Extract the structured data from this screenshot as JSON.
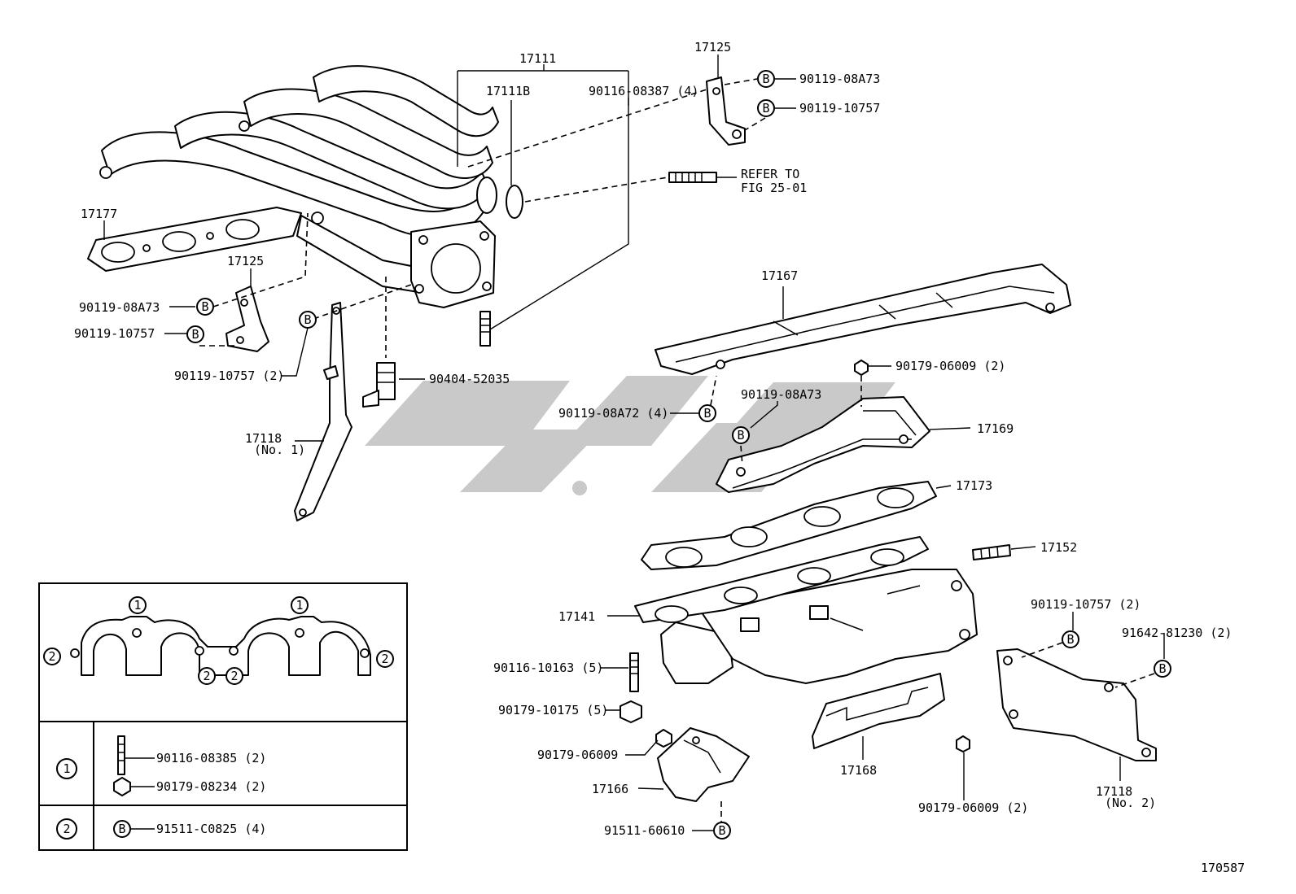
{
  "figure_number": "170587",
  "watermark": "watermark-logo",
  "labels": {
    "p17111": "17111",
    "p17111b": "17111B",
    "p90116_08387": "90116-08387 (4)",
    "p17125_top": "17125",
    "p90119_08a73_top": "90119-08A73",
    "p90119_10757_top": "90119-10757",
    "refer_line1": "REFER TO",
    "refer_line2": "FIG 25-01",
    "p17177": "17177",
    "p17125_left": "17125",
    "p90119_08a73_left": "90119-08A73",
    "p90119_10757_left": "90119-10757",
    "p90119_10757_2": "90119-10757 (2)",
    "p90404_52035": "90404-52035",
    "p17118_no1": "17118",
    "p17118_no1_sub": "(No. 1)",
    "p17167": "17167",
    "p90179_06009_2a": "90179-06009 (2)",
    "p90119_08a72": "90119-08A72 (4)",
    "p90119_08a73_mid": "90119-08A73",
    "p17169": "17169",
    "p17173": "17173",
    "p17152": "17152",
    "p17141": "17141",
    "p90119_10757_right": "90119-10757 (2)",
    "p91642_81230": "91642-81230 (2)",
    "p90116_10163": "90116-10163 (5)",
    "p90179_10175": "90179-10175 (5)",
    "p90179_06009": "90179-06009",
    "p17166": "17166",
    "p91511_60610": "91511-60610",
    "p17168": "17168",
    "p90179_06009_2b": "90179-06009 (2)",
    "p17118_no2": "17118",
    "p17118_no2_sub": "(No. 2)"
  },
  "markers": {
    "bolt_symbol": "B",
    "circle_one": "①",
    "circle_two": "②"
  },
  "inset_table": {
    "row1": {
      "key": "①",
      "items": [
        "90116-08385 (2)",
        "90179-08234 (2)"
      ]
    },
    "row2": {
      "key": "②",
      "items": [
        "91511-C0825 (4)"
      ]
    }
  }
}
